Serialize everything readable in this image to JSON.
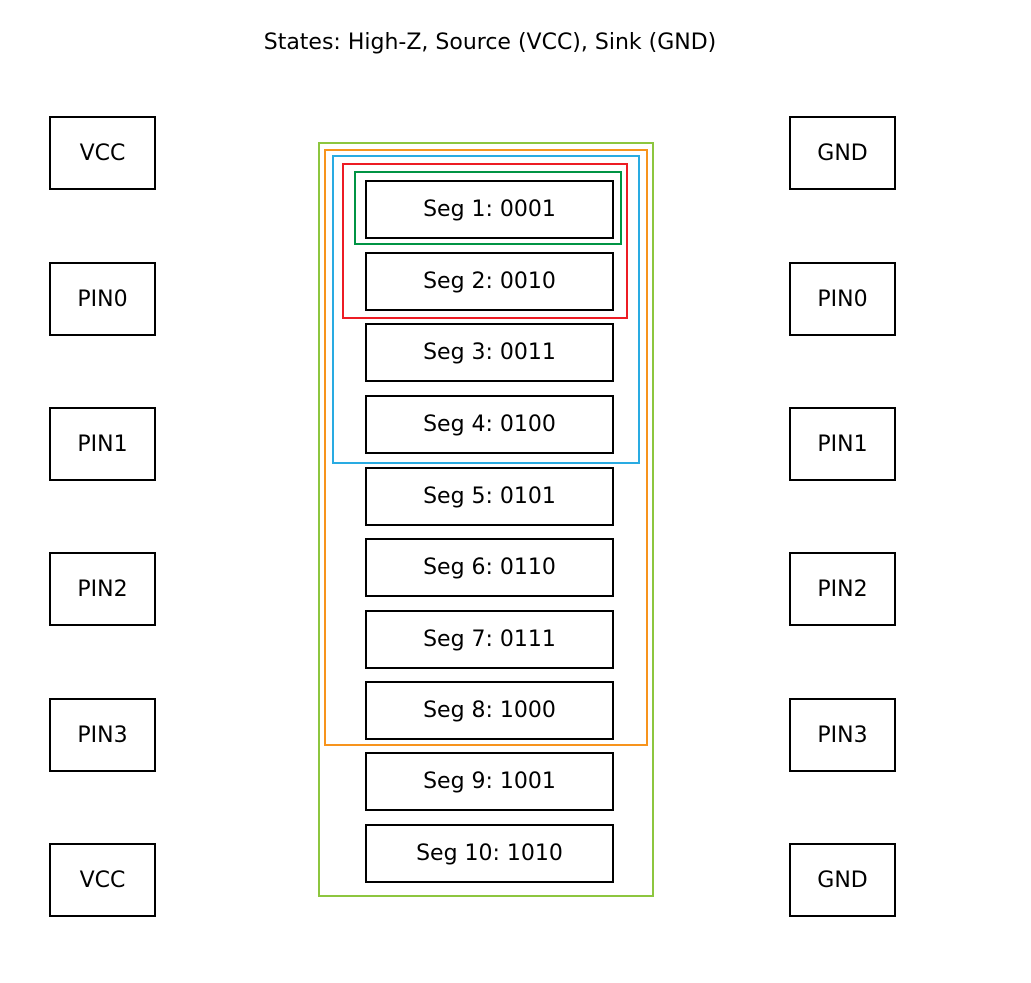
{
  "title": "States: High-Z, Source (VCC), Sink (GND)",
  "left_pins": [
    "VCC",
    "PIN0",
    "PIN1",
    "PIN2",
    "PIN3",
    "VCC"
  ],
  "right_pins": [
    "GND",
    "PIN0",
    "PIN1",
    "PIN2",
    "PIN3",
    "GND"
  ],
  "segments": [
    "Seg 1: 0001",
    "Seg 2: 0010",
    "Seg 3: 0011",
    "Seg 4: 0100",
    "Seg 5: 0101",
    "Seg 6: 0110",
    "Seg 7: 0111",
    "Seg 8: 1000",
    "Seg 9: 1001",
    "Seg 10: 1010"
  ],
  "group_frames": [
    {
      "color": "#8dc63f",
      "segment_count": 10
    },
    {
      "color": "#f7941d",
      "segment_count": 8
    },
    {
      "color": "#29abe2",
      "segment_count": 4
    },
    {
      "color": "#ed1c24",
      "segment_count": 2
    },
    {
      "color": "#009444",
      "segment_count": 1
    }
  ]
}
